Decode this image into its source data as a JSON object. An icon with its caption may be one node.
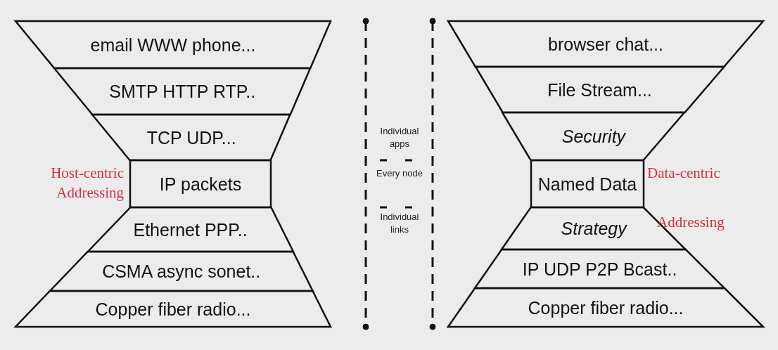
{
  "diagram": {
    "nodes": [
      {
        "text": [
          "email WWW phone..."
        ]
      },
      {
        "text": [
          "SMTP HTTP RTP.."
        ]
      },
      {
        "text": [
          "TCP UDP..."
        ]
      },
      {
        "text": [
          "IP packets"
        ]
      },
      {
        "text": [
          "Ethernet PPP.."
        ]
      },
      {
        "text": [
          "CSMA async sonet.."
        ]
      },
      {
        "text": [
          "Copper fiber radio..."
        ]
      },
      {
        "text": [
          "browser chat..."
        ]
      },
      {
        "text": [
          "File Stream..."
        ]
      },
      {
        "text": [
          "Security"
        ]
      },
      {
        "text": [
          "Named Data"
        ]
      },
      {
        "text": [
          "Strategy"
        ]
      },
      {
        "text": [
          "IP UDP P2P Bcast.."
        ]
      },
      {
        "text": [
          "Copper fiber radio..."
        ]
      }
    ],
    "labels": [
      "Host-centric Addressing",
      "Individual apps",
      "Every node",
      "Individual links",
      "Data-centric",
      "Addressing"
    ]
  }
}
